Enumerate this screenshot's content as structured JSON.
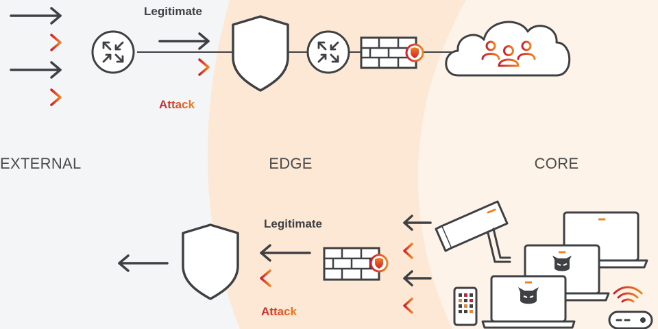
{
  "zones": {
    "external": "EXTERNAL",
    "edge": "EDGE",
    "core": "CORE"
  },
  "top_flow": {
    "legitimate_label": "Legitimate",
    "attack_label": "Attack"
  },
  "bottom_flow": {
    "legitimate_label": "Legitimate",
    "attack_label": "Attack"
  },
  "colors": {
    "ink": "#3f4043",
    "attack_start": "#cc1f2f",
    "attack_end": "#f2821f",
    "edge_zone": "#fde8d5",
    "core_zone": "#fdf3e8",
    "external_zone": "#f4f5f6"
  }
}
